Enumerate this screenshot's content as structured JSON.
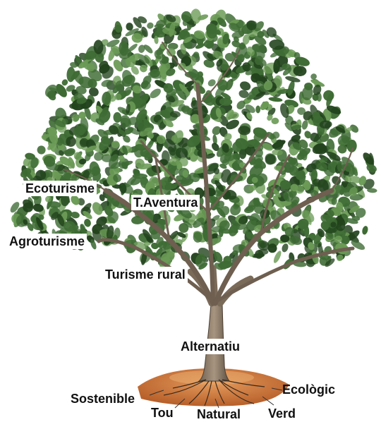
{
  "labels": {
    "ecoturisme": "Ecoturisme",
    "taventura": "T.Aventura",
    "agroturisme": "Agroturisme",
    "turisme_rural": "Turisme rural",
    "alternatiu": "Alternatiu",
    "sostenible": "Sostenible",
    "ecologic": "Ecològic",
    "tou": "Tou",
    "natural": "Natural",
    "verd": "Verd"
  },
  "colors": {
    "foliage": "#3e6b34",
    "foliage_light": "#6a9a55",
    "foliage_dark": "#22431d",
    "trunk": "#8a7a66",
    "soil": "#c97a3f",
    "roots": "#3a2a1e"
  }
}
